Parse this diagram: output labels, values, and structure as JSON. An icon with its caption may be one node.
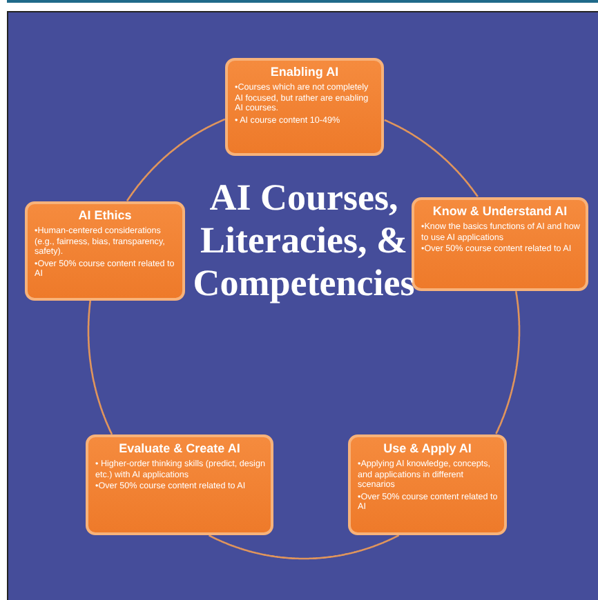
{
  "diagram": {
    "title": "AI Courses, Literacies, & Competencies",
    "nodes": [
      {
        "text": [
          "Enabling AI",
          "•Courses which are not completely AI focused, but rather are enabling AI courses.",
          "• AI course content 10-49%"
        ]
      },
      {
        "text": [
          "Know & Understand AI",
          "•Know the basics functions of AI and how to use AI applications",
          "•Over 50% course content related to AI"
        ]
      },
      {
        "text": [
          "Use & Apply AI",
          "•Applying AI knowledge, concepts, and applications in different scenarios",
          "•Over 50% course content related to AI"
        ]
      },
      {
        "text": [
          "Evaluate & Create AI",
          "• Higher-order thinking skills (predict, design etc.) with AI applications",
          "•Over 50% course content related to AI"
        ]
      },
      {
        "text": [
          "AI Ethics",
          "•Human-centered considerations (e.g., fairness, bias, transparency, safety).",
          "•Over 50% course content related to AI"
        ]
      }
    ],
    "edges": [
      {
        "from": 0,
        "to": 1,
        "arrow": "none"
      },
      {
        "from": 1,
        "to": 2,
        "arrow": "none"
      },
      {
        "from": 2,
        "to": 3,
        "arrow": "none"
      },
      {
        "from": 3,
        "to": 4,
        "arrow": "none"
      },
      {
        "from": 4,
        "to": 0,
        "arrow": "none"
      }
    ]
  }
}
